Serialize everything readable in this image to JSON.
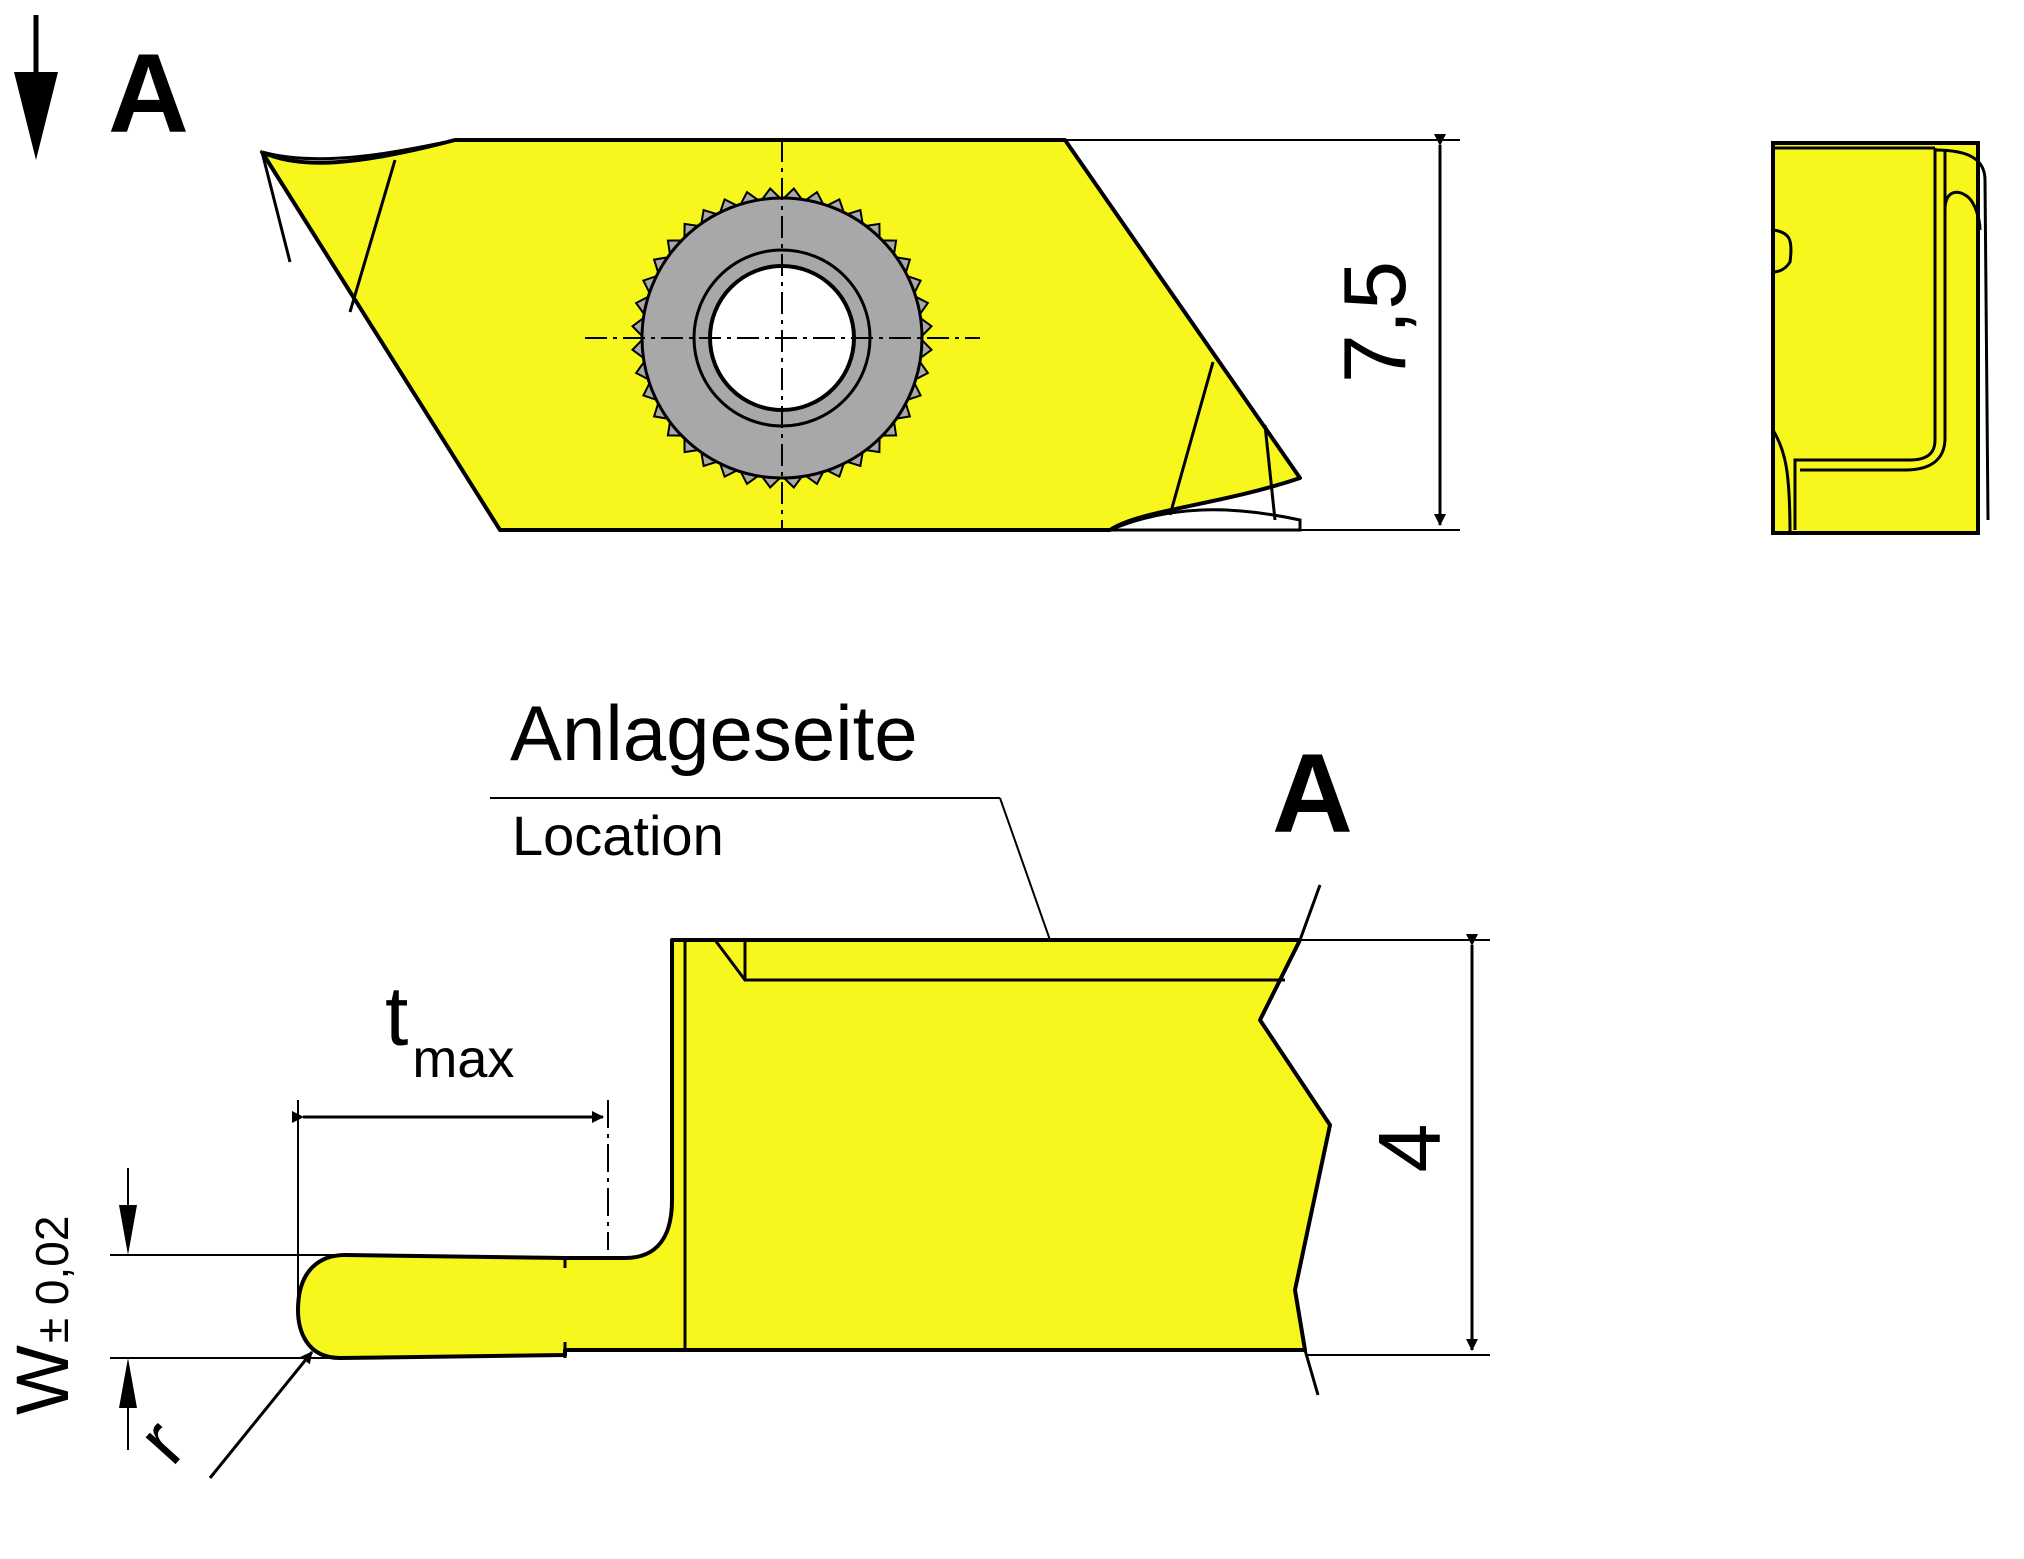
{
  "view_labels": {
    "section_arrow_label": "A",
    "section_label": "A"
  },
  "dimensions": {
    "height_top_view": "7,5",
    "height_side_view": "4",
    "t_main": "t",
    "t_sub": "max",
    "width_main": "W",
    "width_tol": "± 0,02",
    "radius": "r"
  },
  "annotation": {
    "primary": "Anlageseite",
    "secondary": "Location"
  },
  "colors": {
    "insert_fill": "#f7f71e",
    "clamp_ring": "#a8a8a8",
    "line": "#000000",
    "background": "#ffffff"
  }
}
